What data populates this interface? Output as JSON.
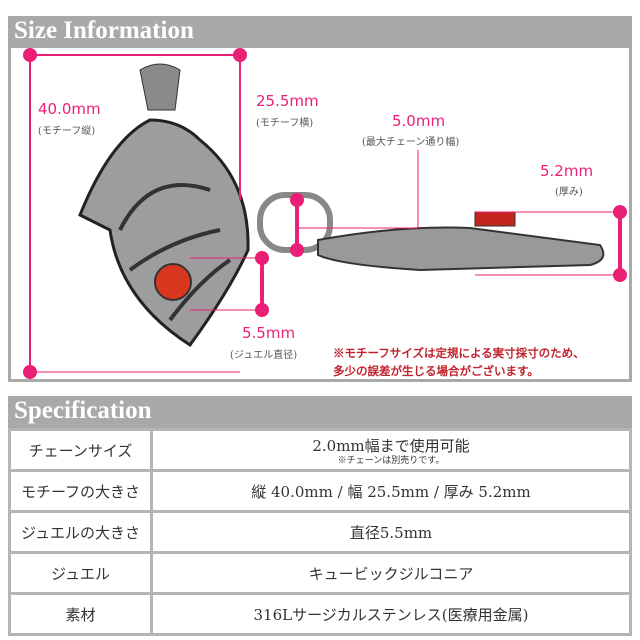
{
  "size_section": {
    "title": "Size Information",
    "height": {
      "value": "40.0mm",
      "label": "(モチーフ縦)"
    },
    "width": {
      "value": "25.5mm",
      "label": "(モチーフ横)"
    },
    "chain": {
      "value": "5.0mm",
      "label": "(最大チェーン通り幅)"
    },
    "thickness": {
      "value": "5.2mm",
      "label": "(厚み)"
    },
    "jewel": {
      "value": "5.5mm",
      "label": "(ジュエル直径)"
    },
    "note_line1": "※モチーフサイズは定規による実寸採寸のため、",
    "note_line2": "多少の誤差が生じる場合がございます。"
  },
  "spec": {
    "title": "Specification",
    "rows": [
      {
        "label": "チェーンサイズ",
        "value": "2.0mm幅まで使用可能",
        "sub": "※チェーンは別売りです。"
      },
      {
        "label": "モチーフの大きさ",
        "value": "縦 40.0mm / 幅 25.5mm / 厚み 5.2mm"
      },
      {
        "label": "ジュエルの大きさ",
        "value": "直径5.5mm"
      },
      {
        "label": "ジュエル",
        "value": "キュービックジルコニア"
      },
      {
        "label": "素材",
        "value": "316Lサージカルステンレス(医療用金属)"
      }
    ]
  },
  "colors": {
    "accent": "#ea1f76",
    "frame": "#a9a9a9"
  }
}
